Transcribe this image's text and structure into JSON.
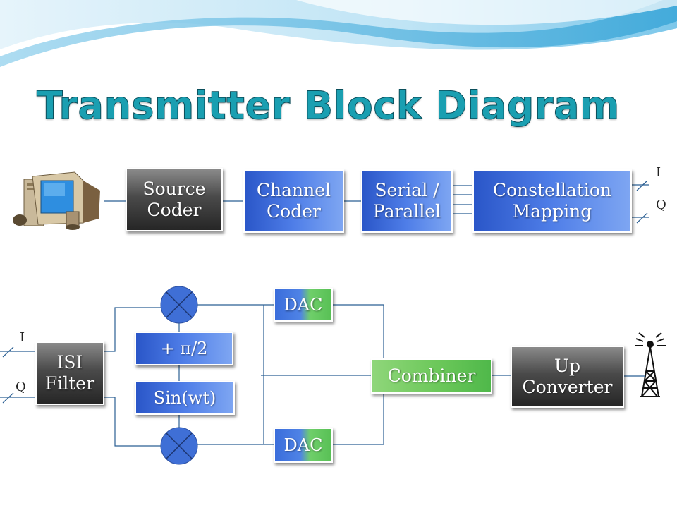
{
  "title": "Transmitter Block Diagram",
  "blocks": {
    "source_coder": "Source\nCoder",
    "channel_coder": "Channel\nCoder",
    "serial_parallel": "Serial /\nParallel",
    "constellation_mapping": "Constellation\nMapping",
    "isi_filter": "ISI\nFilter",
    "phase_shift": "+ π/2",
    "sin_wt": "Sin(wt)",
    "dac_top": "DAC",
    "dac_bottom": "DAC",
    "combiner": "Combiner",
    "up_converter": "Up\nConverter"
  },
  "labels": {
    "i_top": "I",
    "q_top": "Q",
    "i_left": "I",
    "q_left": "Q"
  },
  "icons": [
    "computer-icon",
    "antenna-tower-icon",
    "multiplier-icon"
  ]
}
